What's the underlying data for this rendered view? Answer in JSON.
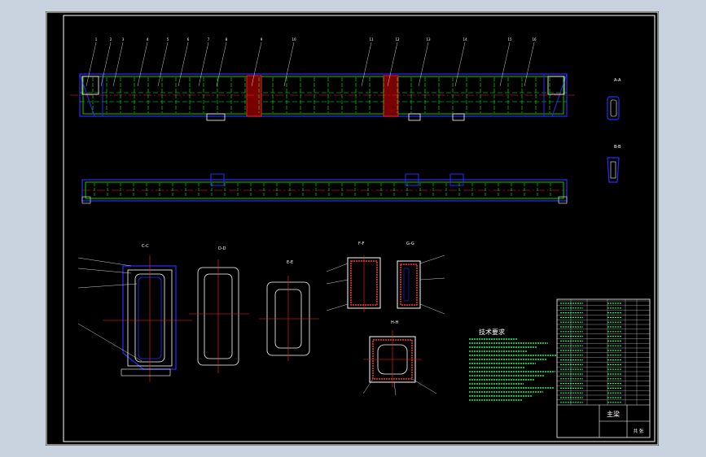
{
  "sheet": {
    "title_text": "主梁",
    "sheet_label": "共 张"
  },
  "callouts": {
    "main_elevation": [
      "1",
      "2",
      "3",
      "4",
      "5",
      "6",
      "7",
      "8",
      "9",
      "10",
      "11",
      "12",
      "13",
      "14",
      "15",
      "16"
    ],
    "sections": [
      "A-A",
      "B-B",
      "C-C",
      "D-D",
      "E-E",
      "F-F",
      "G-G",
      "H-H"
    ]
  },
  "notes": {
    "heading": "技术要求"
  },
  "colors": {
    "sheet_bg": "#000000",
    "outer_bg": "#c9d3df",
    "border": "#ffffff",
    "outline": "#2a2aff",
    "stiffener": "#00ff00",
    "centerline": "#ff2020",
    "hatch": "#ff3030",
    "dimension": "#ffffff",
    "table_text": "#00ff66"
  }
}
